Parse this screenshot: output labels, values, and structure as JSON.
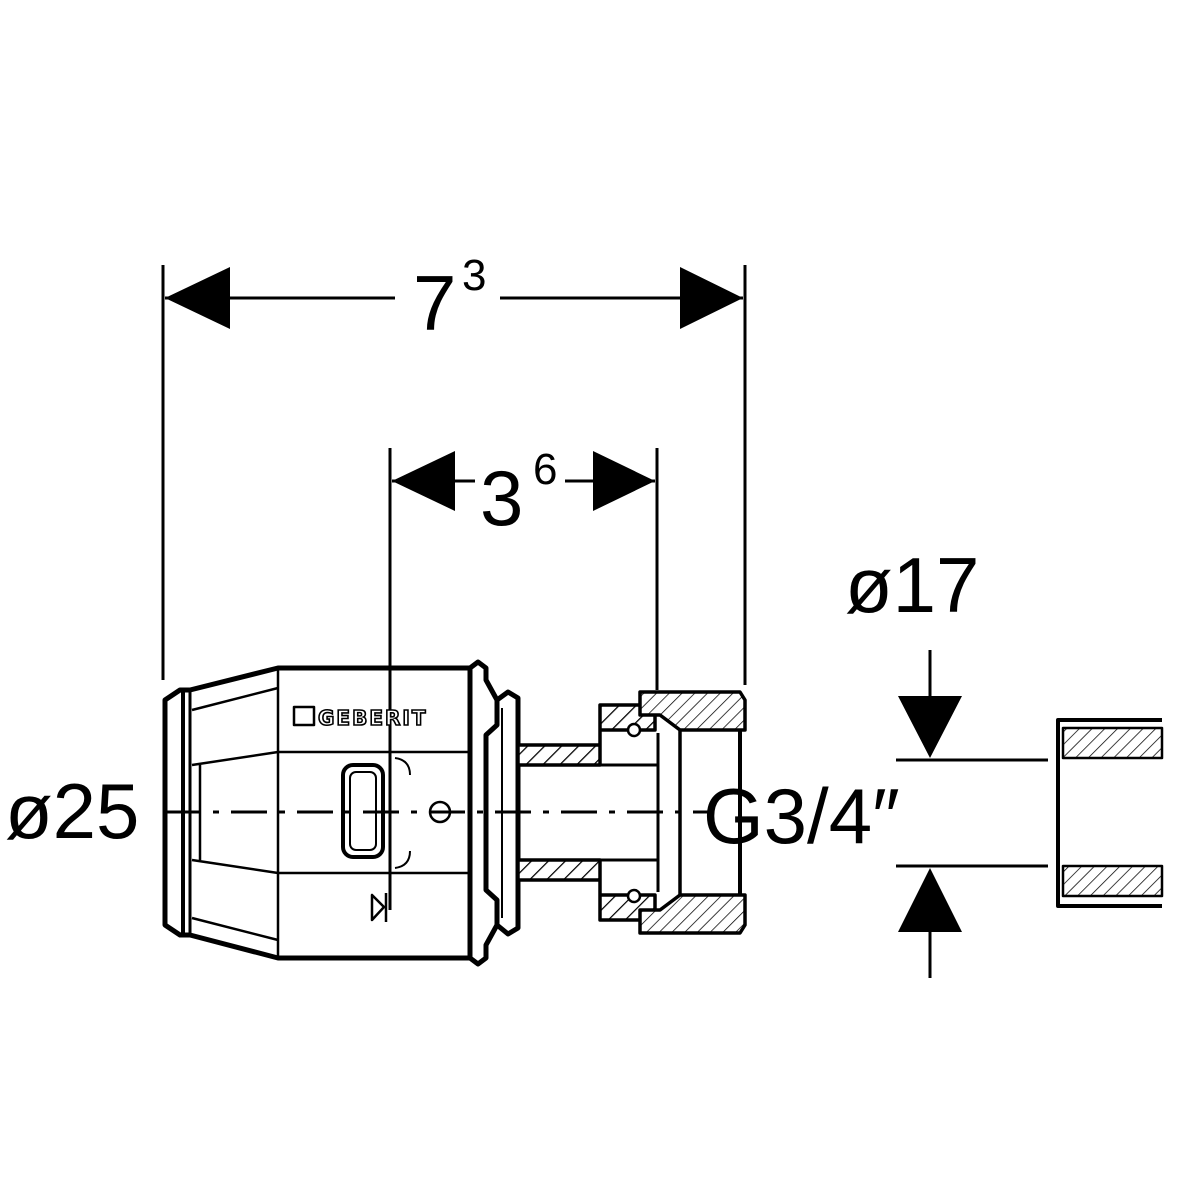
{
  "drawing": {
    "brand": "GEBERIT",
    "overall_length": {
      "main": "7",
      "sup": "3"
    },
    "inner_length": {
      "main": "3",
      "sup": "6"
    },
    "pipe_diameter": "ø25",
    "pipe_bore": "ø17",
    "thread": "G3/4″",
    "colors": {
      "line": "#000000",
      "background": "#ffffff"
    }
  }
}
